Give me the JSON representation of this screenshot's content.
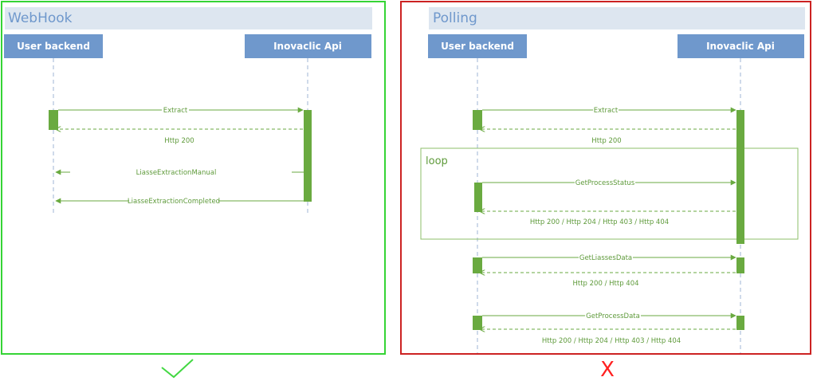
{
  "panels": {
    "webhook": {
      "title": "WebHook",
      "border_color": "#35d435",
      "actors": {
        "left": "User backend",
        "right": "Inovaclic Api"
      },
      "messages": {
        "extract": "Extract",
        "http200": "Http 200",
        "manual": "LiasseExtractionManual",
        "completed": "LiasseExtractionCompleted"
      },
      "verdict_icon": "check-mark-icon"
    },
    "polling": {
      "title": "Polling",
      "border_color": "#cc2222",
      "actors": {
        "left": "User backend",
        "right": "Inovaclic Api"
      },
      "loop_label": "loop",
      "messages": {
        "extract": "Extract",
        "http200": "Http 200",
        "get_process_status": "GetProcessStatus",
        "status_responses": "Http 200 / Http 204 / Http 403 / Http 404",
        "get_liasses_data": "GetLiassesData",
        "liasses_responses": "Http 200 / Http 404",
        "get_process_data": "GetProcessData",
        "process_responses": "Http 200 / Http 204 / Http 403 / Http 404"
      },
      "verdict": "X"
    }
  },
  "colors": {
    "actor_fill": "#6f98cc",
    "title_band": "#dde6f0",
    "arrow": "#6aaa40",
    "lifeline": "#9fb6d4",
    "loop_frame": "#8cbf6a"
  }
}
